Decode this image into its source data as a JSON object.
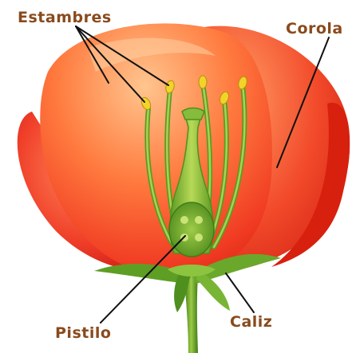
{
  "labels": {
    "stamens": "Estambres",
    "corolla": "Corola",
    "pistil": "Pistilo",
    "calyx": "Caliz"
  },
  "colors": {
    "label_text": "#8a4a1c",
    "petal_light": "#ffb37a",
    "petal_mid": "#f25a2a",
    "petal_dark": "#d81e12",
    "green_light": "#b9dc5a",
    "green_dark": "#4f8f1e",
    "anther": "#f2d32a",
    "pointer": "#111111"
  }
}
